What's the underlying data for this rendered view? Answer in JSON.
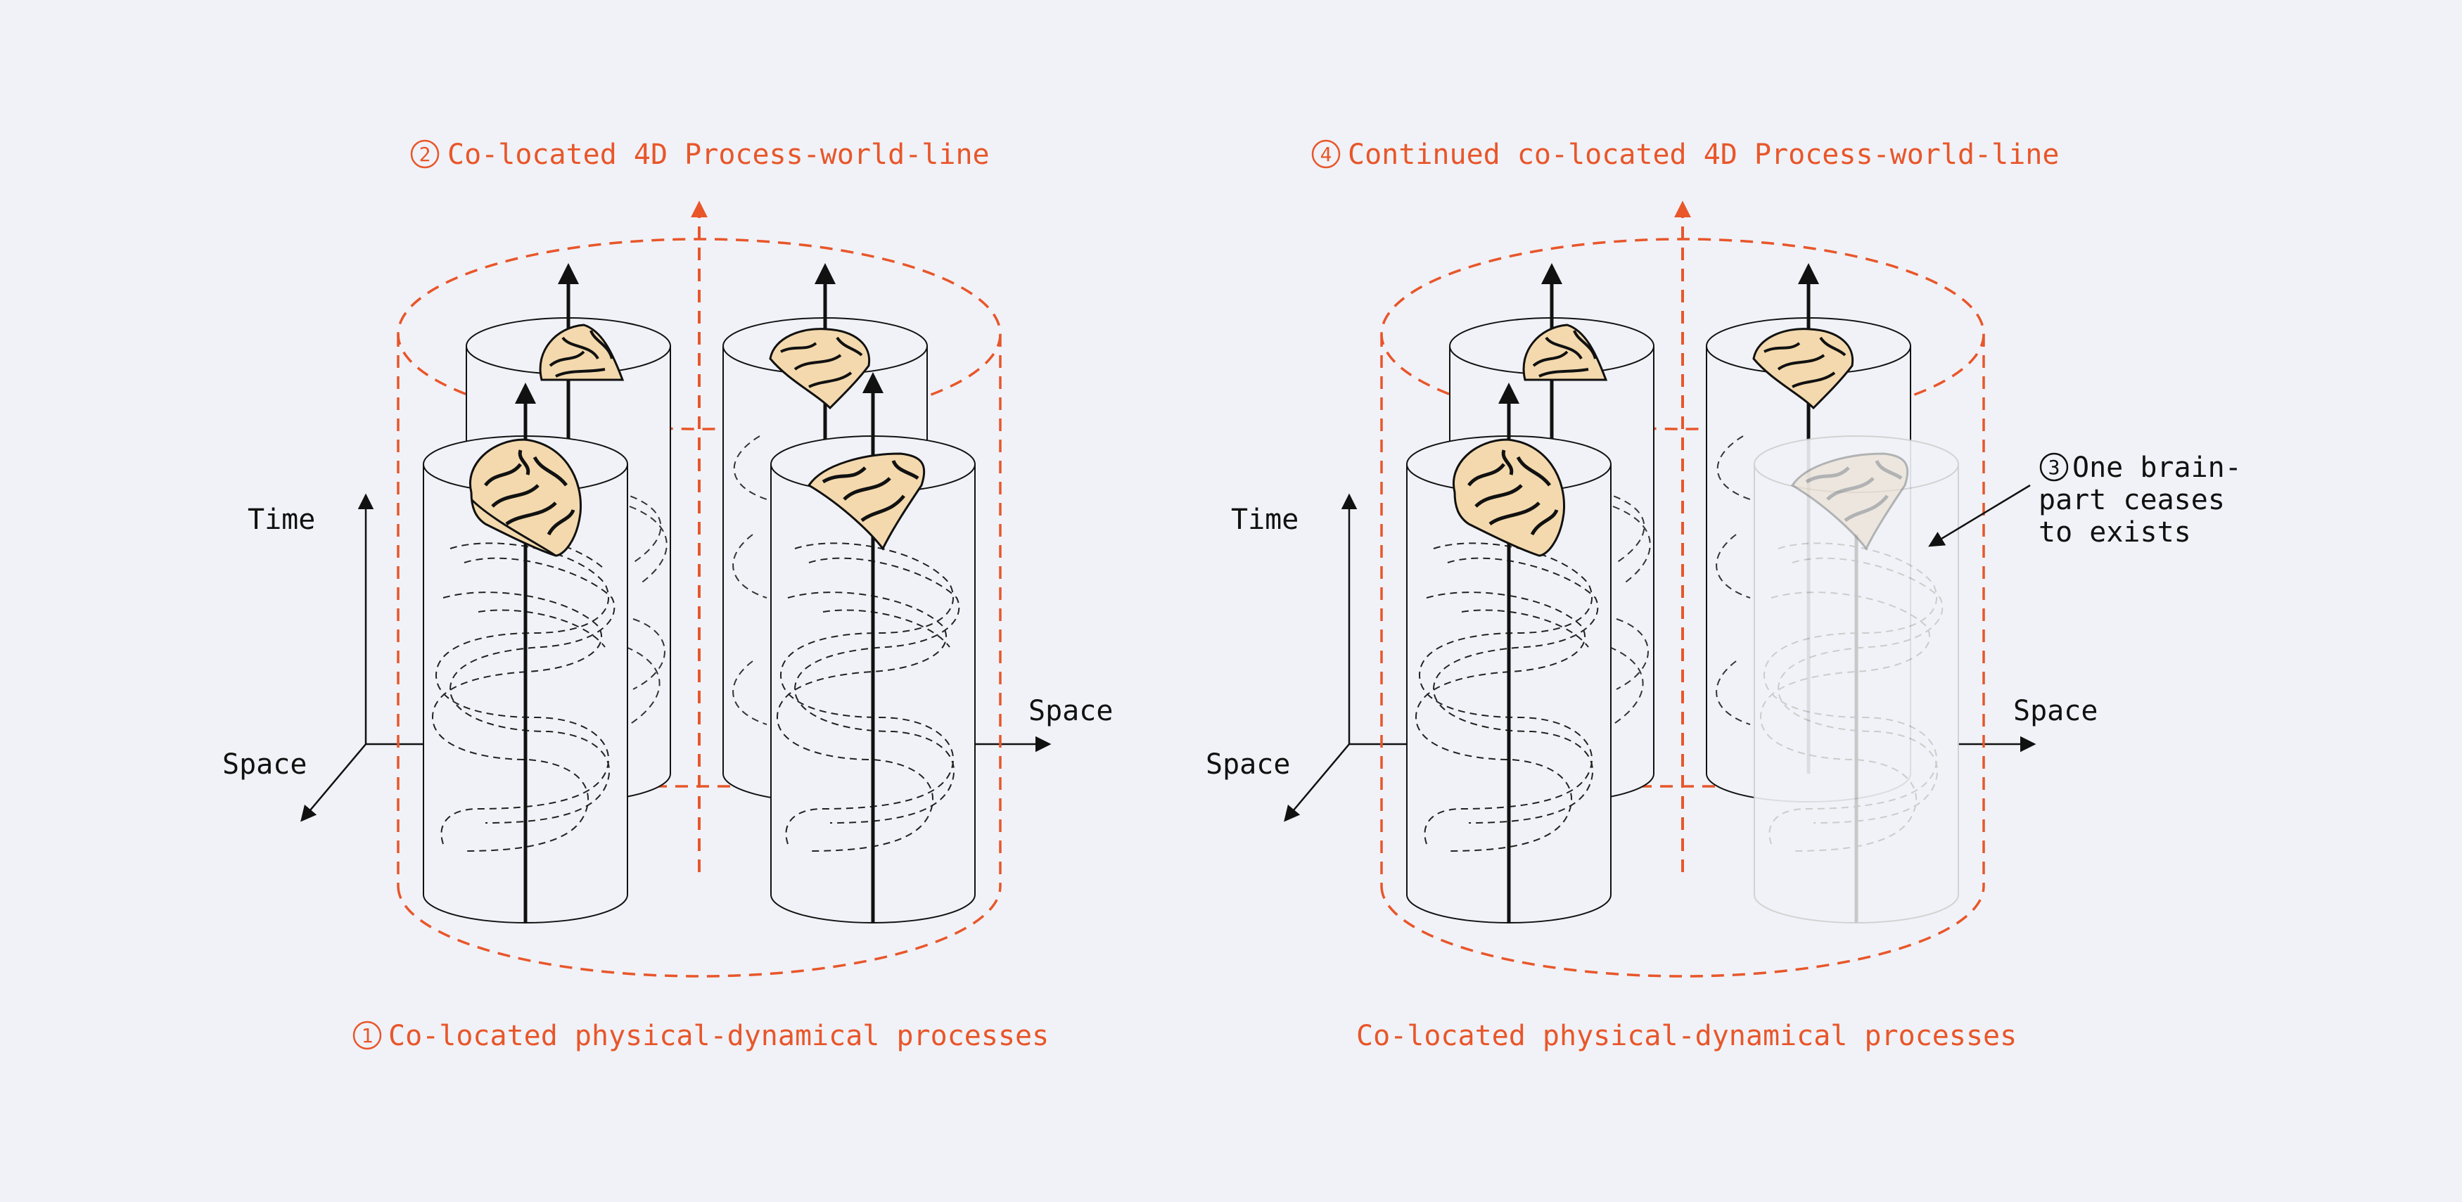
{
  "colors": {
    "background": "#f1f2f7",
    "accent": "#e8562a",
    "ink": "#111111",
    "brain_fill": "#f3d9ad",
    "faded": "#c4c4c4"
  },
  "left_panel": {
    "top_label": "Co-located 4D Process-world-line",
    "top_number": "2",
    "bottom_label": "Co-located physical-dynamical processes",
    "bottom_number": "1",
    "axis_time": "Time",
    "axis_space_right": "Space",
    "axis_space_diag": "Space"
  },
  "right_panel": {
    "top_label": "Continued co-located 4D Process-world-line",
    "top_number": "4",
    "bottom_label": "Co-located physical-dynamical processes",
    "axis_time": "Time",
    "axis_space_right": "Space",
    "axis_space_diag": "Space",
    "annotation_number": "3",
    "annotation_lines": [
      "One brain-",
      "part ceases",
      "to exists"
    ]
  },
  "icons": {
    "brain": "brain-icon",
    "arrow": "arrow-up-icon"
  }
}
